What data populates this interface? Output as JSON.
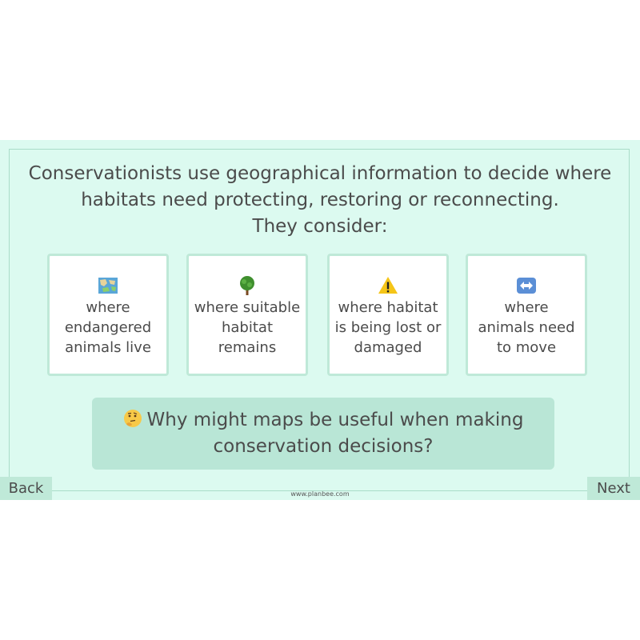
{
  "heading": {
    "line1": "Conservationists use geographical information to decide where",
    "line2": "habitats need protecting, restoring or reconnecting.",
    "line3": "They consider:"
  },
  "cards": [
    {
      "icon": "map-icon",
      "line1": "where",
      "line2": "endangered",
      "line3": "animals live"
    },
    {
      "icon": "tree-icon",
      "line1": "where suitable",
      "line2": "habitat",
      "line3": "remains"
    },
    {
      "icon": "warning-icon",
      "line1": "where habitat",
      "line2": "is being lost or",
      "line3": "damaged"
    },
    {
      "icon": "left-right-arrow-icon",
      "line1": "where",
      "line2": "animals need",
      "line3": "to move"
    }
  ],
  "question": {
    "icon": "thinking-face-icon",
    "line1": "Why might maps be useful when making",
    "line2": "conservation decisions?"
  },
  "nav": {
    "back_label": "Back",
    "next_label": "Next"
  },
  "footer": {
    "url": "www.planbee.com"
  },
  "colors": {
    "slide_background": "#dcfaf0",
    "card_border": "#bfe9d8",
    "question_background": "#b9e6d6",
    "text": "#4b4b4b"
  }
}
